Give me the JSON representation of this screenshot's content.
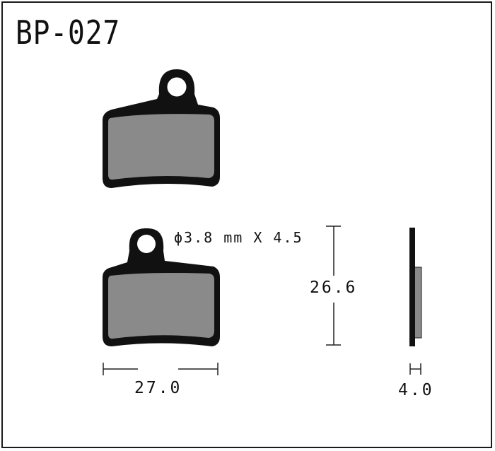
{
  "title": "BP-027",
  "dimensions": {
    "hole": "ϕ3.8 mm X 4.5",
    "height": "26.6",
    "width": "27.0",
    "thickness": "4.0"
  },
  "colors": {
    "backing_plate": "#111111",
    "friction_material": "#8a8a8a",
    "line": "#222222"
  }
}
